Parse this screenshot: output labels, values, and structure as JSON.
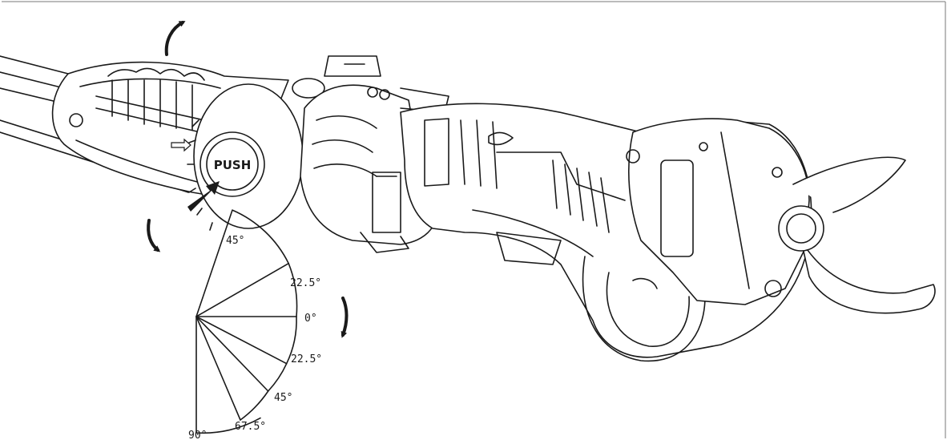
{
  "illustration": {
    "button_label": "PUSH"
  },
  "angle_scale": {
    "labels": [
      "45°",
      "22.5°",
      "0°",
      "22.5°",
      "45°",
      "67.5°",
      "90°"
    ]
  },
  "colors": {
    "stroke": "#1a1a1a",
    "background": "#ffffff"
  }
}
